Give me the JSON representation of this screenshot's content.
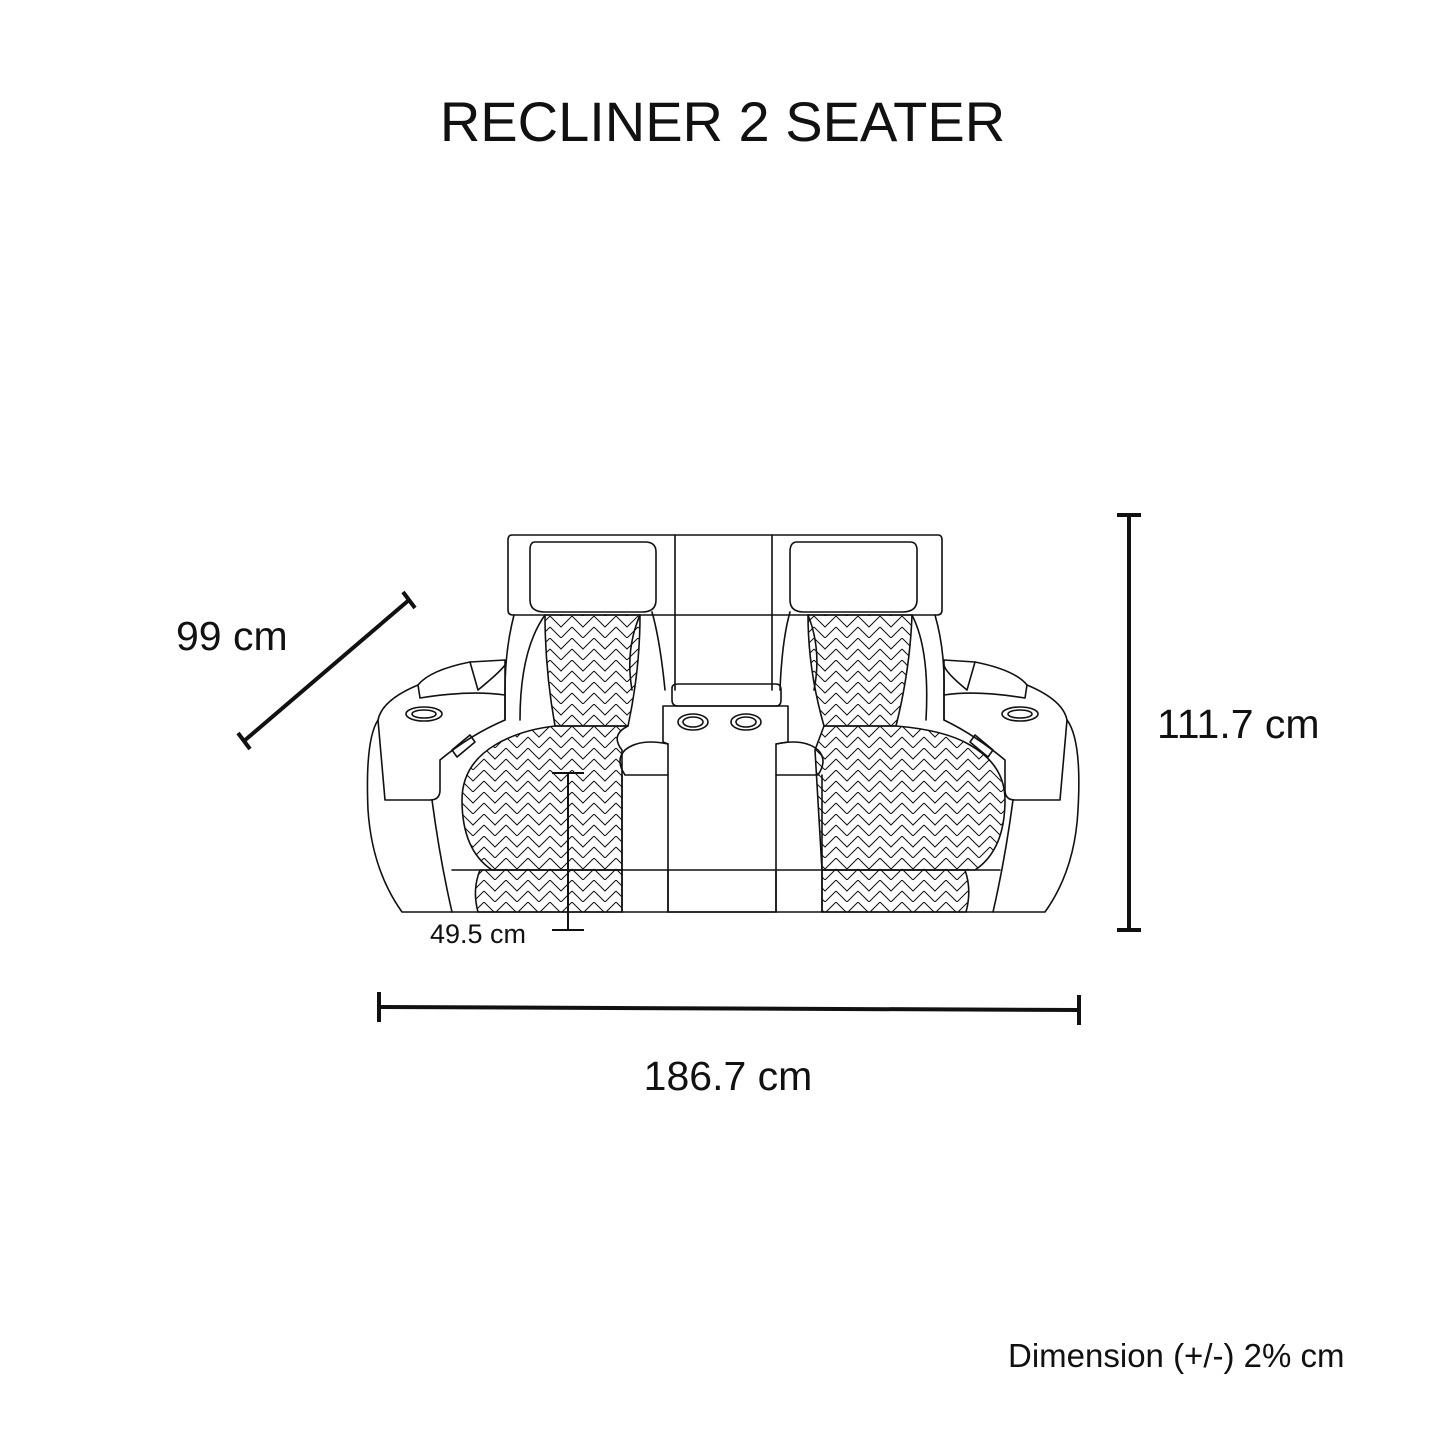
{
  "title": "RECLINER 2 SEATER",
  "dimensions": {
    "depth": "99 cm",
    "height": "111.7 cm",
    "seat_height": "49.5 cm",
    "width": "186.7 cm"
  },
  "note": "Dimension  (+/-) 2% cm",
  "colors": {
    "line": "#111111",
    "background": "#ffffff"
  }
}
